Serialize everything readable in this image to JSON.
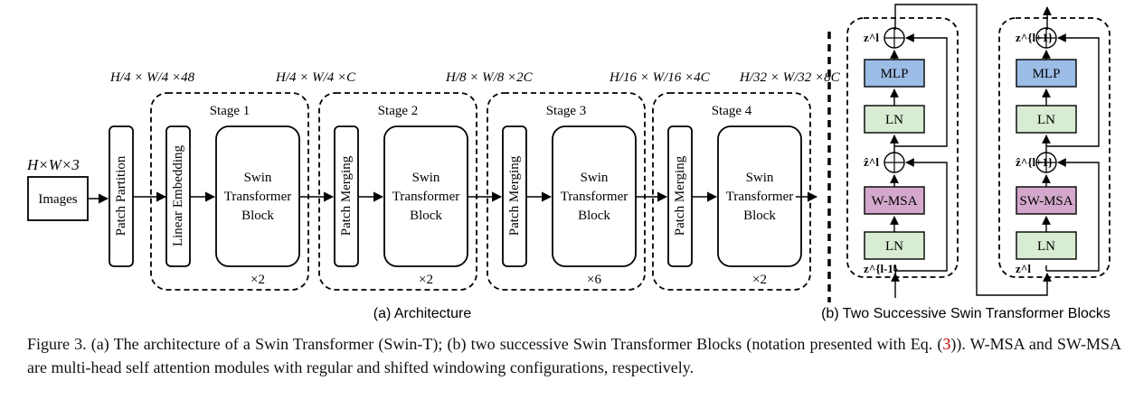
{
  "input": {
    "dims_label": "H×W×3",
    "label": "Images"
  },
  "dims": {
    "d0": "H/4 × W/4 ×48",
    "d1": "H/4 × W/4 ×C",
    "d2": "H/8 × W/8 ×2C",
    "d3": "H/16 × W/16 ×4C",
    "d4": "H/32 × W/32 ×8C"
  },
  "patch_partition": "Patch Partition",
  "stages": [
    {
      "title": "Stage 1",
      "embed": "Linear Embedding",
      "block": [
        "Swin",
        "Transformer",
        "Block"
      ],
      "repeat": "×2"
    },
    {
      "title": "Stage 2",
      "embed": "Patch Merging",
      "block": [
        "Swin",
        "Transformer",
        "Block"
      ],
      "repeat": "×2"
    },
    {
      "title": "Stage 3",
      "embed": "Patch Merging",
      "block": [
        "Swin",
        "Transformer",
        "Block"
      ],
      "repeat": "×6"
    },
    {
      "title": "Stage 4",
      "embed": "Patch Merging",
      "block": [
        "Swin",
        "Transformer",
        "Block"
      ],
      "repeat": "×2"
    }
  ],
  "subcaption_a": "(a) Architecture",
  "subcaption_b": "(b) Two Successive Swin Transformer Blocks",
  "block_left": {
    "mlp": "MLP",
    "ln_top": "LN",
    "attn": "W-MSA",
    "ln_bottom": "LN",
    "z_out": "z^l",
    "z_hat": "ẑ^l",
    "z_in": "z^{l-1}"
  },
  "block_right": {
    "mlp": "MLP",
    "ln_top": "LN",
    "attn": "SW-MSA",
    "ln_bottom": "LN",
    "z_out": "z^{l+1}",
    "z_hat": "ẑ^{l+1}",
    "z_in": "z^l"
  },
  "colors": {
    "mlp": "#9cbde6",
    "ln": "#d8ebd3",
    "attn": "#d3a8cc"
  },
  "caption": {
    "part1": "Figure 3. (a) The architecture of a Swin Transformer (Swin-T); (b) two successive Swin Transformer Blocks (notation presented with Eq. (",
    "ref": "3",
    "part2": ")). W-MSA and SW-MSA are multi-head self attention modules with regular and shifted windowing configurations, respectively."
  }
}
